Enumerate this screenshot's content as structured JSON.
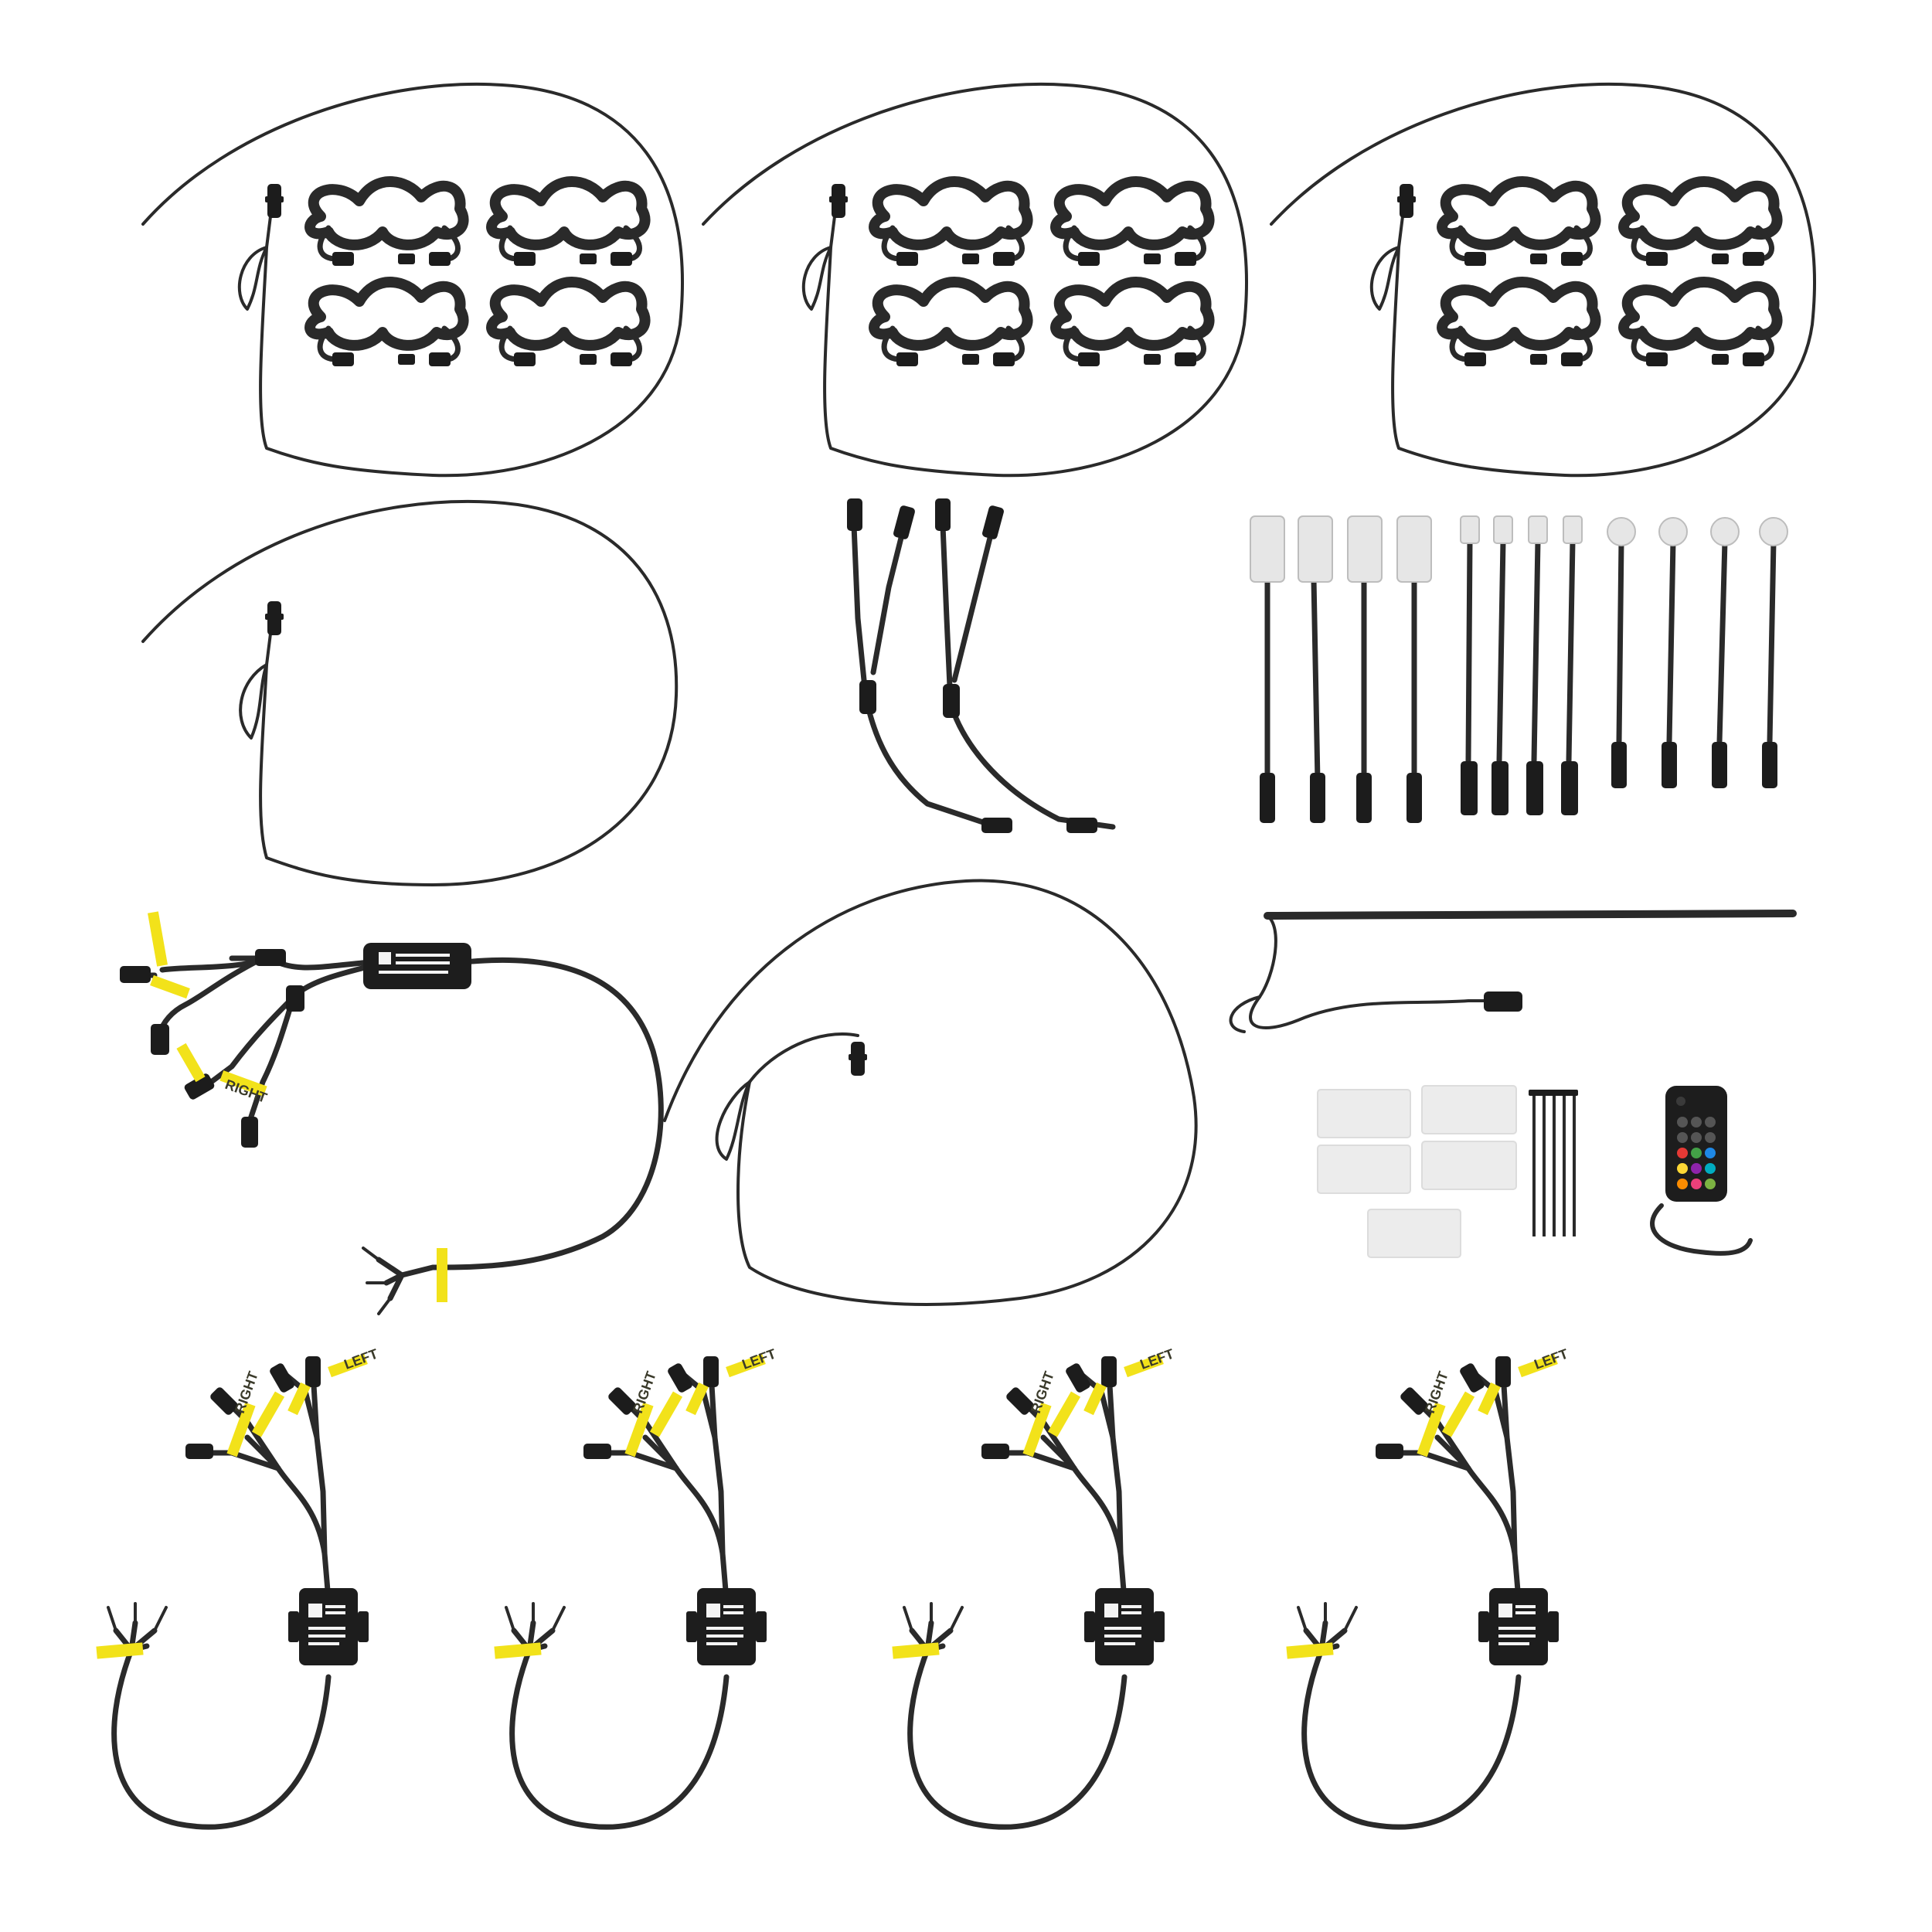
{
  "tags": {
    "left": "LEFT",
    "right": "RIGHT"
  },
  "colors": {
    "cable": "#2a2a2a",
    "tag": "#f2e21a",
    "pad": "#ececec",
    "remote_buttons": [
      "#e53935",
      "#43a047",
      "#1e88e5",
      "#fdd835",
      "#8e24aa",
      "#00acc1",
      "#fb8c00",
      "#ec407a",
      "#7cb342"
    ]
  },
  "icons": [
    "cable-loop",
    "connector-plug",
    "control-box",
    "led-pod",
    "zip-tie",
    "adhesive-pad",
    "ir-remote"
  ]
}
